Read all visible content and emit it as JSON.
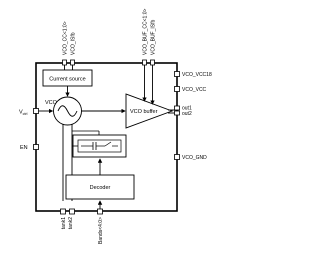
{
  "pins": {
    "top": [
      "VCO_CC<1:0>",
      "VCO_ISfb",
      "VCO_BUF_CC<1:0>",
      "VCO_BUF_ISfb"
    ],
    "right": [
      "VCO_VCC18",
      "VCO_VCC",
      "out1",
      "out2",
      "VCO_GND"
    ],
    "left": [
      "V",
      "EN"
    ],
    "left_subscript": "ctrl",
    "bottom": [
      "tank1",
      "tank2",
      "Bands<4:0>"
    ]
  },
  "blocks": {
    "current_source": "Current source",
    "vco": "VCO",
    "vco_buffer": "VCO buffer",
    "decoder": "Decoder"
  }
}
